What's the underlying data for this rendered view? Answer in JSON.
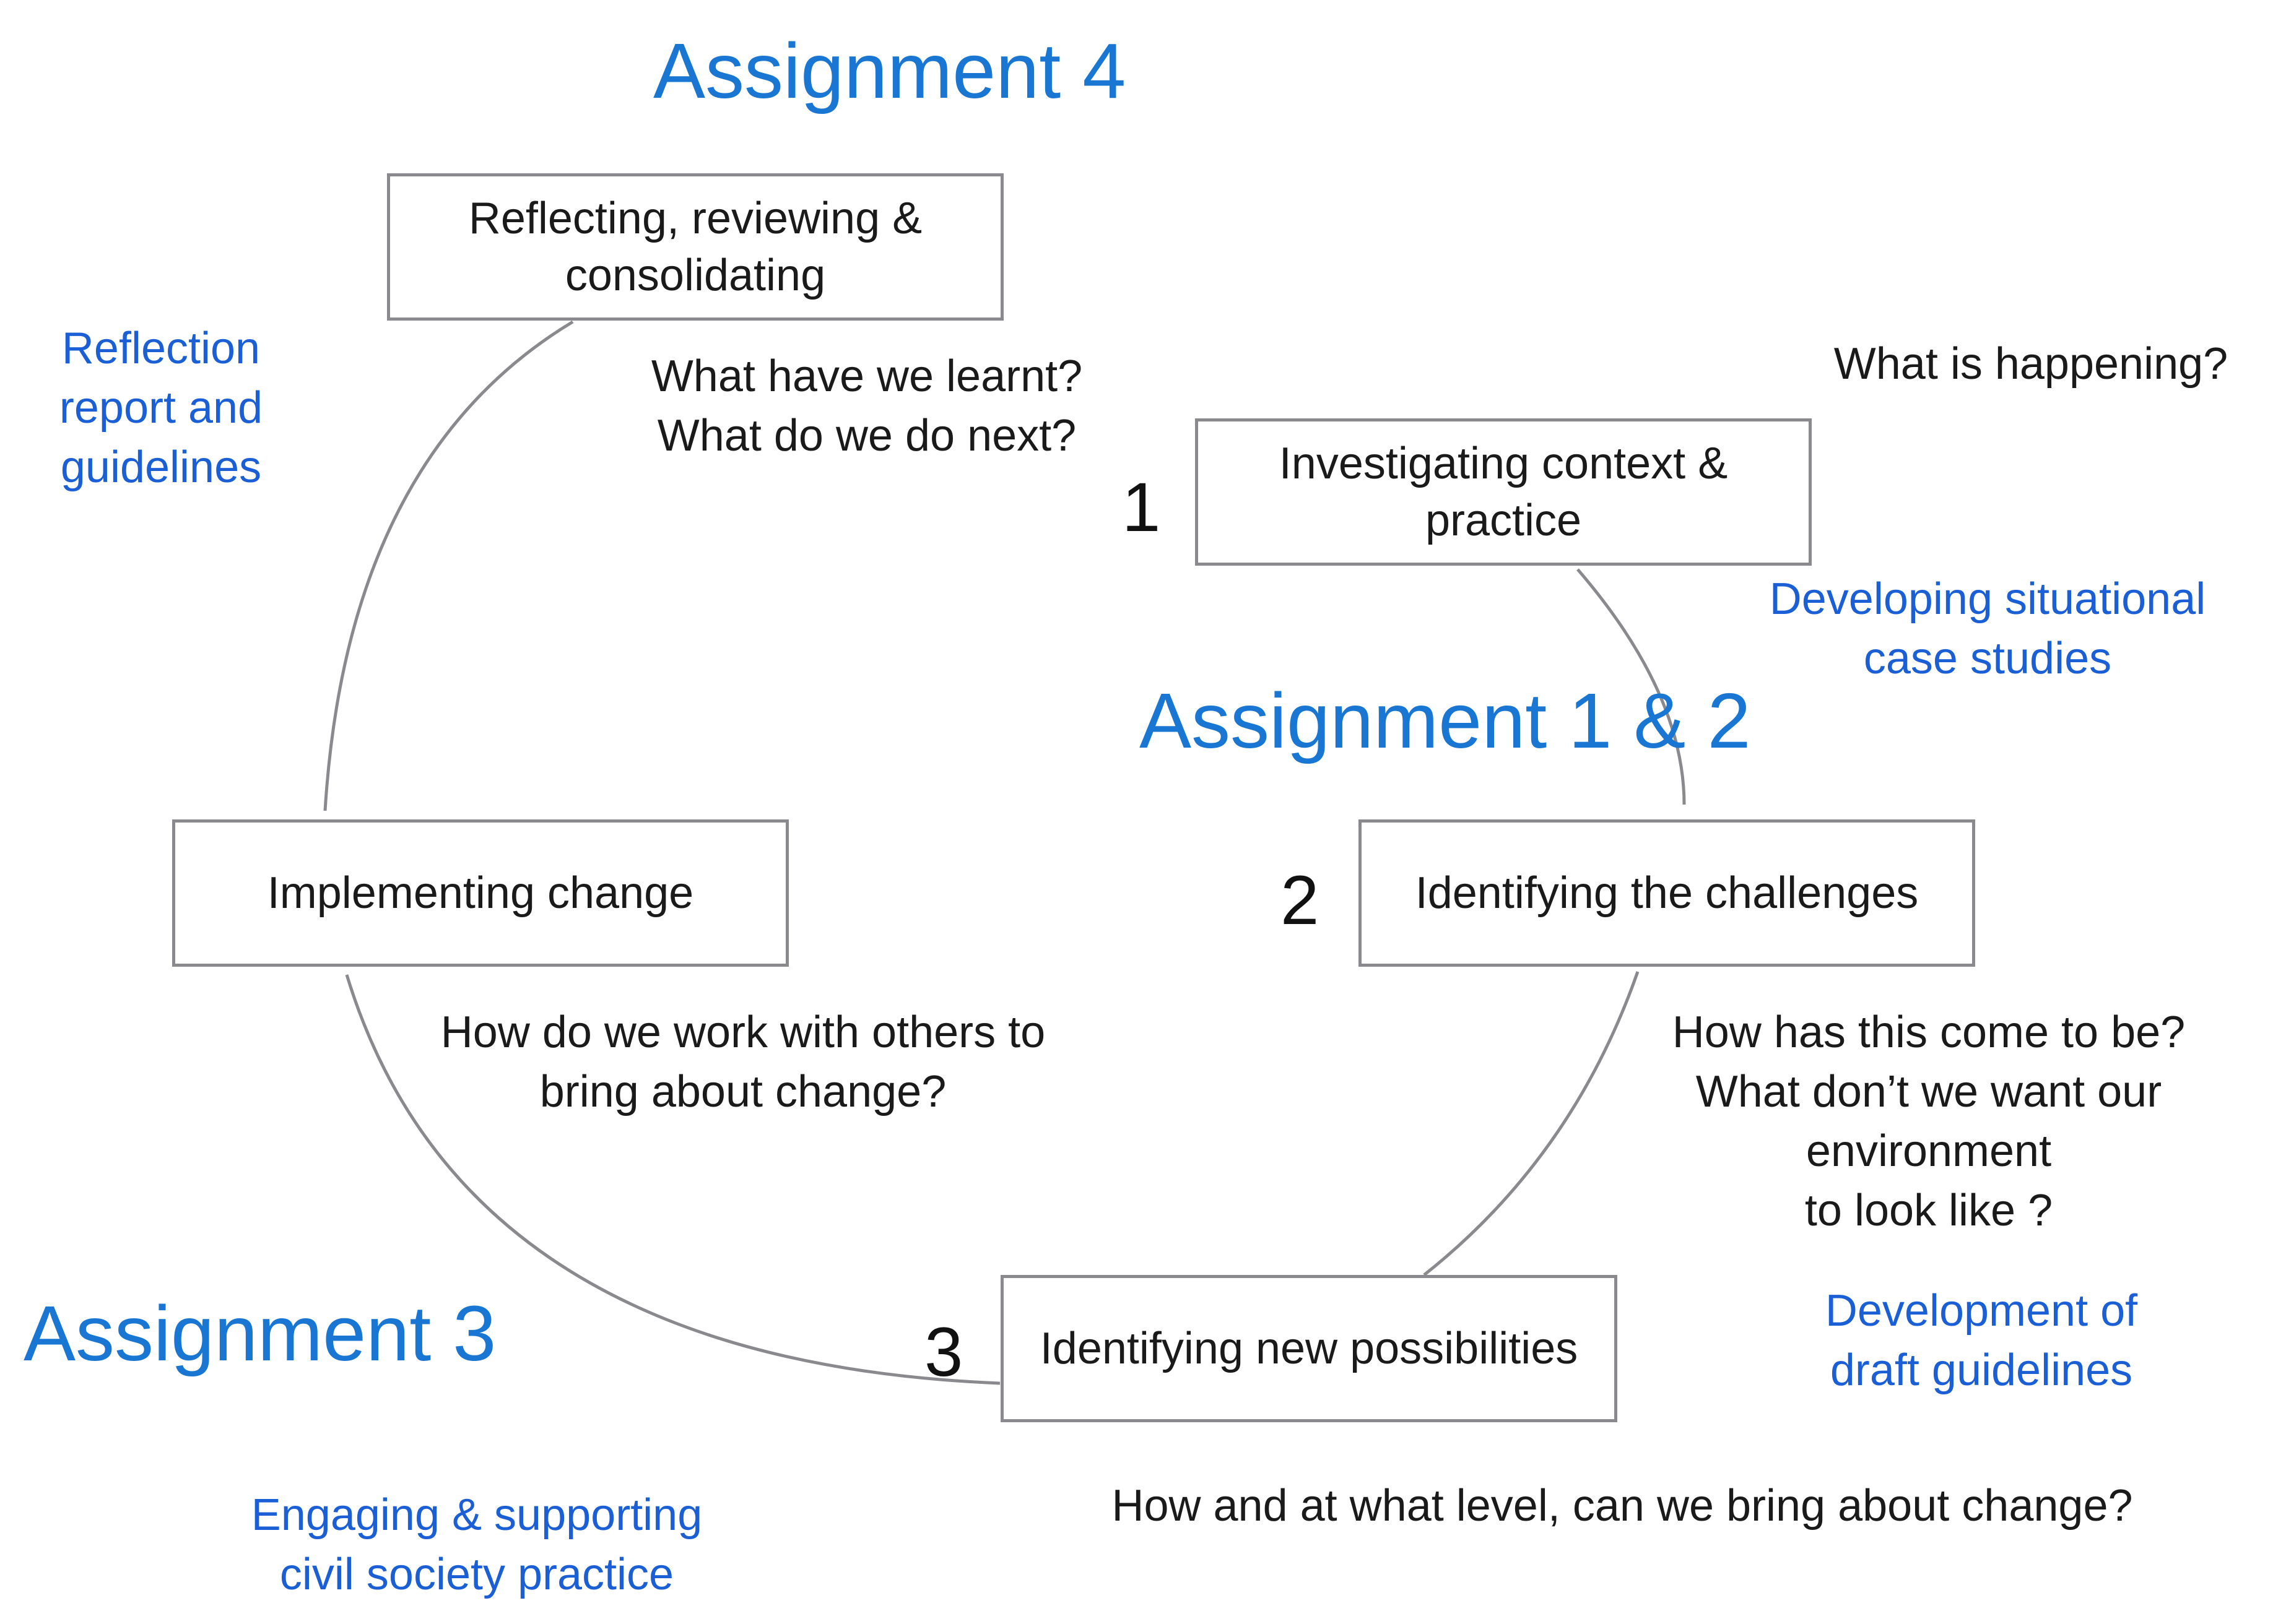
{
  "headings": {
    "assignment_4": "Assignment 4",
    "assignment_1_2": "Assignment 1 & 2",
    "assignment_3": "Assignment 3"
  },
  "steps": [
    {
      "number": "1",
      "label": "Investigating context & practice"
    },
    {
      "number": "2",
      "label": "Identifying the challenges"
    },
    {
      "number": "3",
      "label": "Identifying new possibilities"
    },
    {
      "number": "",
      "label": "Implementing change"
    },
    {
      "number": "",
      "label": "Reflecting, reviewing & consolidating"
    }
  ],
  "questions": {
    "what_is_happening": "What is happening?",
    "how_has_this_come": "How has this come to be?\nWhat don’t we want our\nenvironment\nto look like ?",
    "how_and_what_level": "How and at what level, can we bring about change?",
    "how_work_with_others": "How do we work with others to\nbring about change?",
    "what_have_we_learnt": "What have we learnt?\nWhat do we do next?"
  },
  "outputs": {
    "case_studies": "Developing situational\ncase studies",
    "draft_guidelines": "Development of\ndraft guidelines",
    "civil_society": "Engaging & supporting\ncivil society practice",
    "reflection_report": "Reflection\nreport and\nguidelines"
  },
  "colors": {
    "heading": "#1976d2",
    "output_text": "#1a5fd6",
    "box_border": "#8a8a8e",
    "arc": "#8a8a8e"
  }
}
